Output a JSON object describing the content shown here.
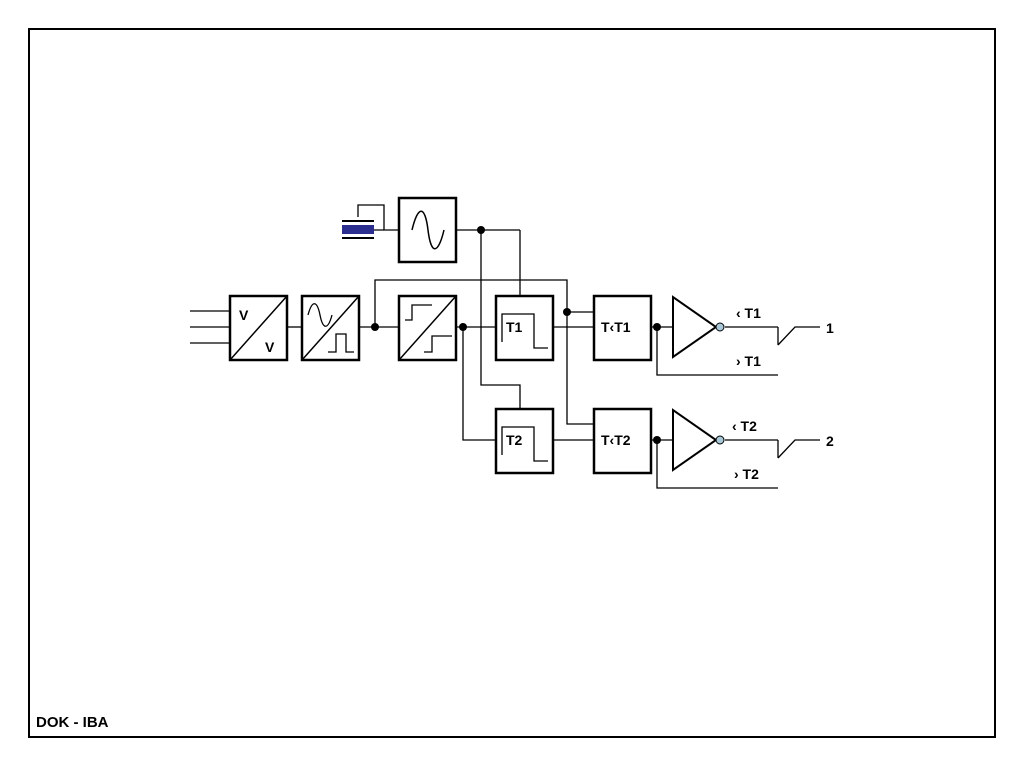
{
  "footer": {
    "label": "DOK - IBA"
  },
  "blocks": {
    "voltage_converter": {
      "top_label": "V",
      "bottom_label": "V"
    },
    "timer1": {
      "label": "T1"
    },
    "timer2": {
      "label": "T2"
    },
    "comparator1": {
      "label": "T‹T1"
    },
    "comparator2": {
      "label": "T‹T2"
    }
  },
  "outputs": {
    "channel1": {
      "less_label": "‹ T1",
      "greater_label": "› T1",
      "terminal_label": "1"
    },
    "channel2": {
      "less_label": "‹  T2",
      "greater_label": "› T2",
      "terminal_label": "2"
    }
  },
  "colors": {
    "line": "#000000",
    "crystal_fill": "#2b2e8f",
    "inverter_bubble": "#a9c8d8"
  },
  "icons": {
    "crystal": "crystal-oscillator-icon",
    "oscillator": "sine-wave-icon",
    "shaper": "sine-to-square-icon",
    "step": "step-converter-icon",
    "buffer": "inverter-icon"
  }
}
